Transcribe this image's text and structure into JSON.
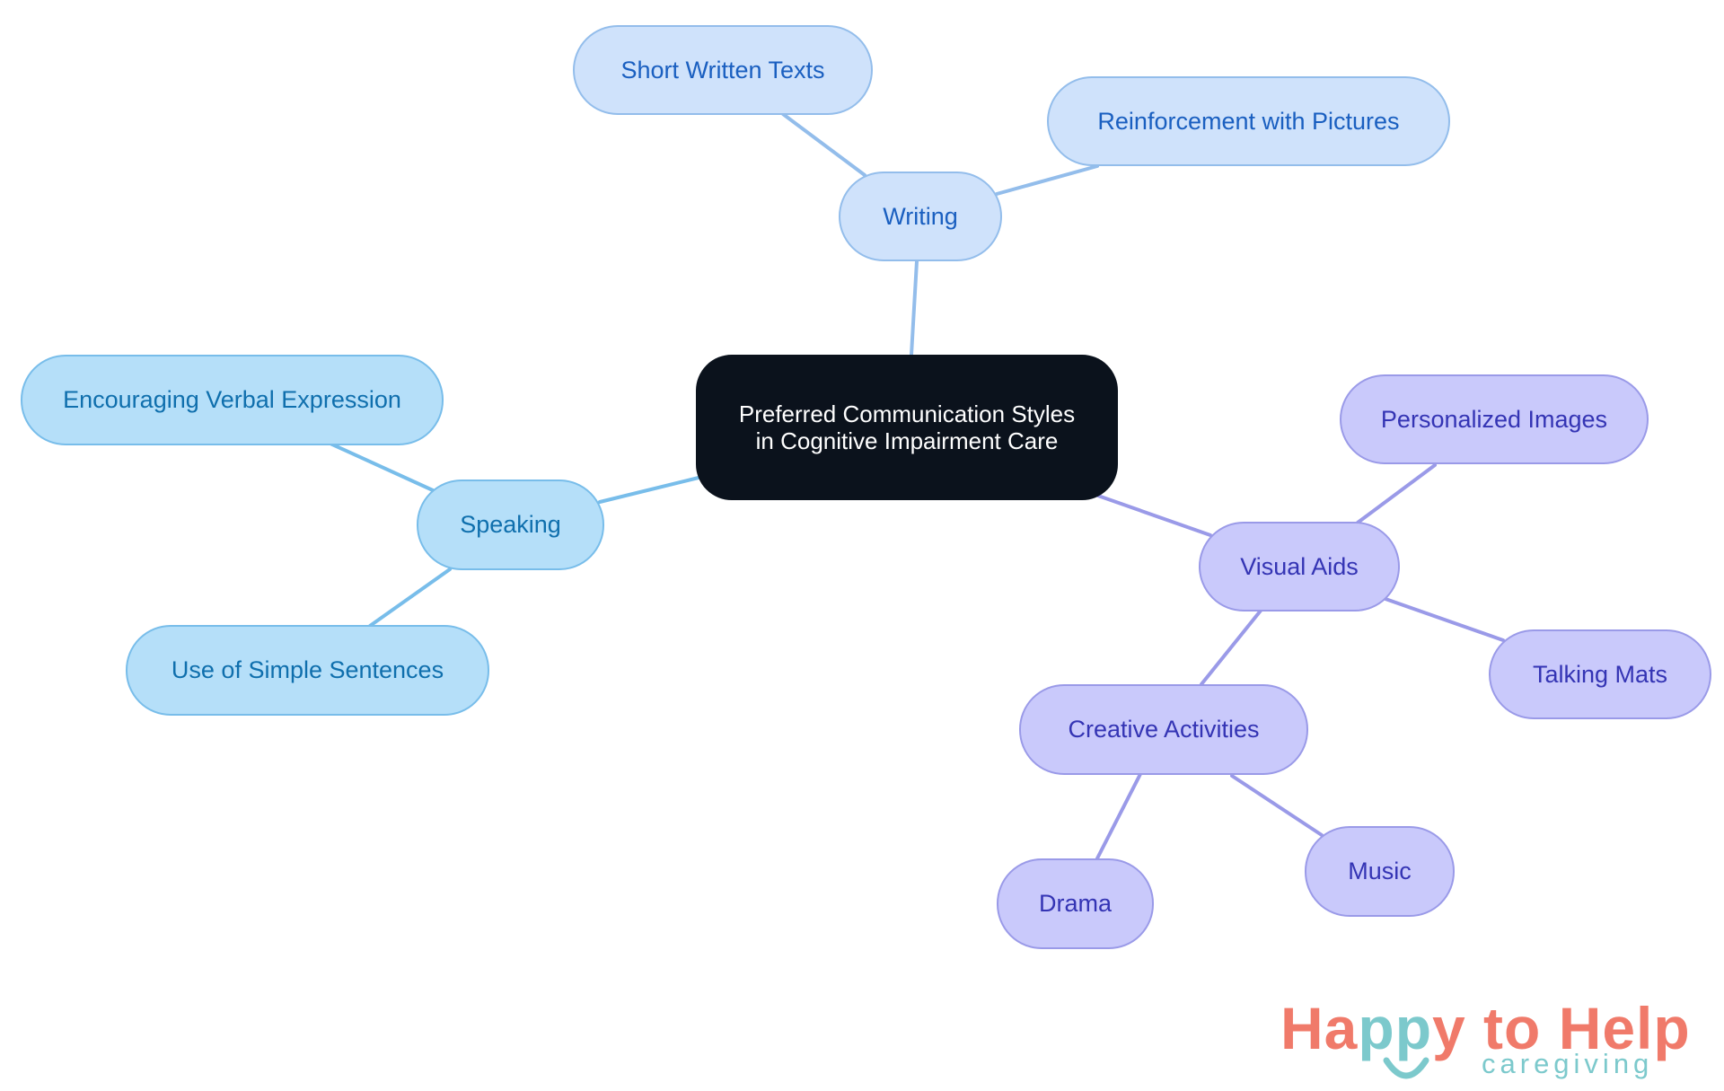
{
  "colors": {
    "root_fill": "#0b121c",
    "writing": {
      "fill": "#cfe2fb",
      "border": "#93bdeb",
      "text": "#1a5fc0",
      "edge": "#93bdeb"
    },
    "speaking": {
      "fill": "#b5dff9",
      "border": "#78bdea",
      "text": "#0f6fad",
      "edge": "#78bdea"
    },
    "visual": {
      "fill": "#c9c9fb",
      "border": "#9a9ae8",
      "text": "#3434b4",
      "edge": "#9a9ae8"
    },
    "logo_main": "#f07a6a",
    "logo_accent": "#7cc9cc",
    "logo_sub": "#7cc9cc"
  },
  "diagram": {
    "root": {
      "label": "Preferred Communication Styles in Cognitive Impairment Care"
    },
    "branches": [
      {
        "id": "writing",
        "label": "Writing",
        "group": "writing",
        "children": [
          {
            "id": "short-written-texts",
            "label": "Short Written Texts"
          },
          {
            "id": "reinforcement-with-pictures",
            "label": "Reinforcement with Pictures"
          }
        ]
      },
      {
        "id": "speaking",
        "label": "Speaking",
        "group": "speaking",
        "children": [
          {
            "id": "encouraging-verbal-expression",
            "label": "Encouraging Verbal Expression"
          },
          {
            "id": "use-of-simple-sentences",
            "label": "Use of Simple Sentences"
          }
        ]
      },
      {
        "id": "visual-aids",
        "label": "Visual Aids",
        "group": "visual",
        "children": [
          {
            "id": "personalized-images",
            "label": "Personalized Images"
          },
          {
            "id": "talking-mats",
            "label": "Talking Mats"
          },
          {
            "id": "creative-activities",
            "label": "Creative Activities",
            "children": [
              {
                "id": "drama",
                "label": "Drama"
              },
              {
                "id": "music",
                "label": "Music"
              }
            ]
          }
        ]
      }
    ]
  },
  "logo": {
    "main_before": "Ha",
    "main_accent": "pp",
    "main_after": "y to Help",
    "sub": "caregiving"
  }
}
